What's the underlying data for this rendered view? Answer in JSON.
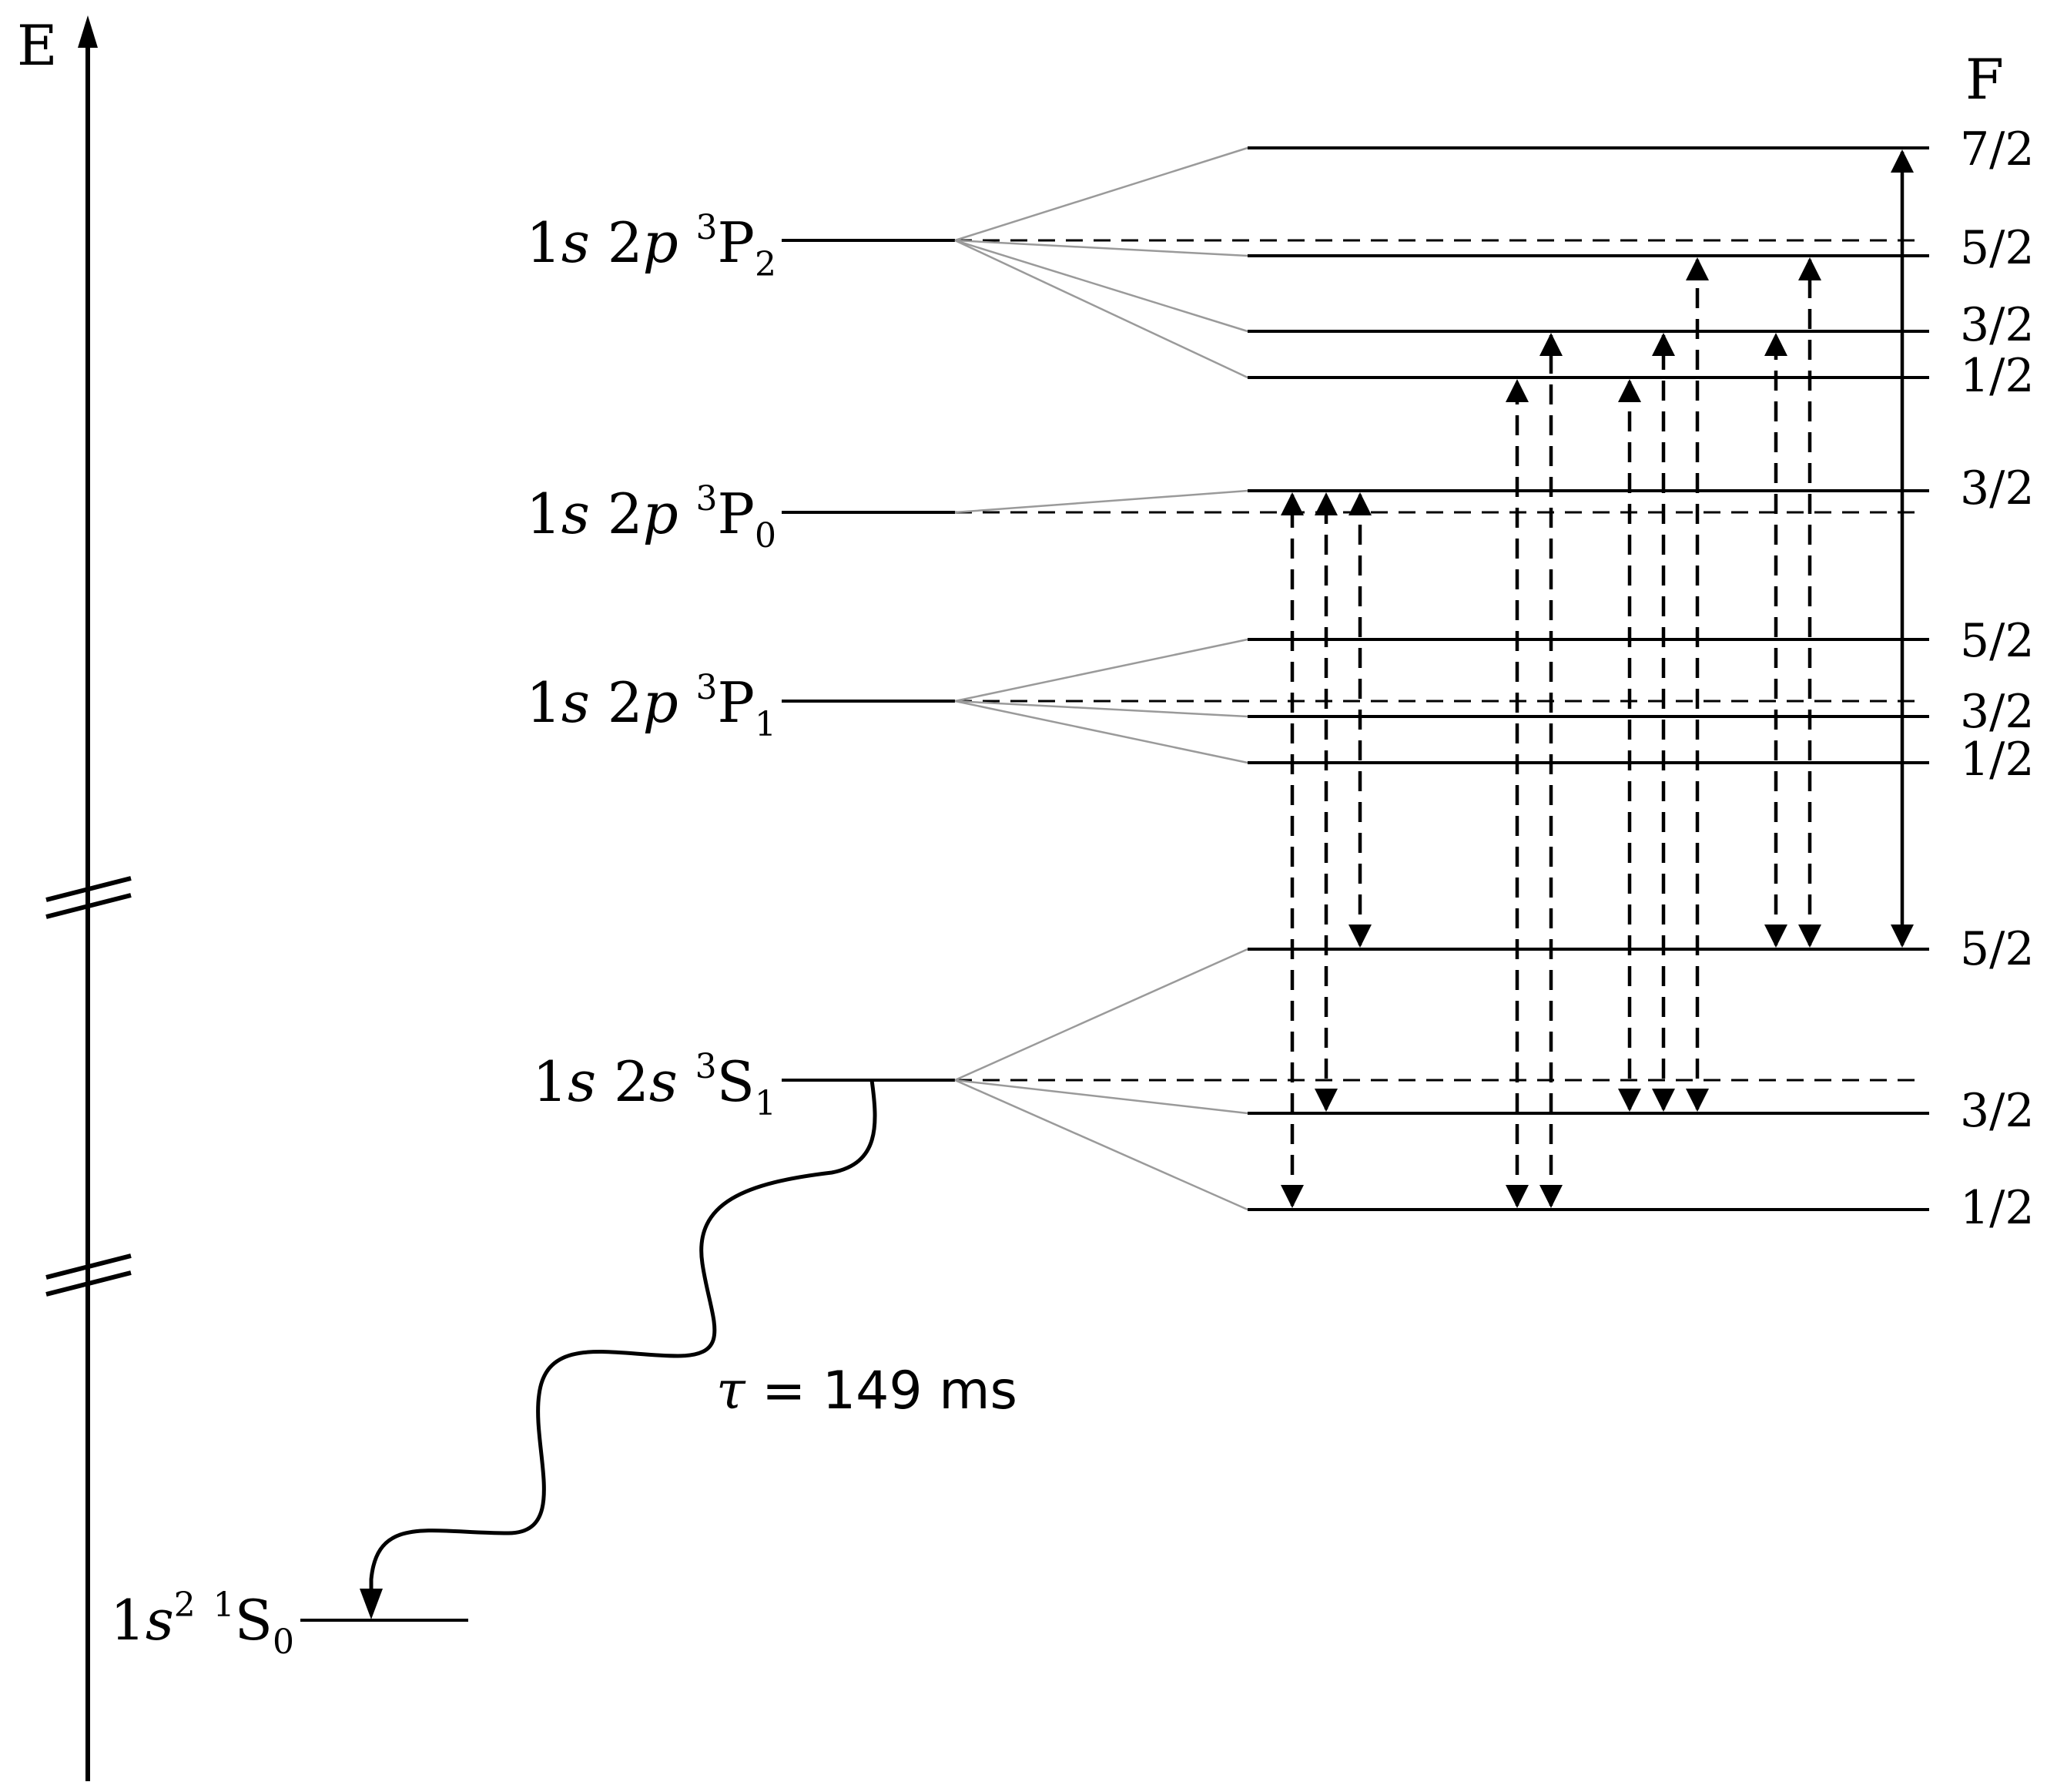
{
  "axis": {
    "label": "E"
  },
  "f_header": "F",
  "fine_levels": [
    {
      "id": "3P2",
      "parts": [
        "1",
        "s",
        " 2",
        "p",
        " ",
        "3",
        "P",
        "2"
      ]
    },
    {
      "id": "3P0",
      "parts": [
        "1",
        "s",
        " 2",
        "p",
        " ",
        "3",
        "P",
        "0"
      ]
    },
    {
      "id": "3P1",
      "parts": [
        "1",
        "s",
        " 2",
        "p",
        " ",
        "3",
        "P",
        "1"
      ]
    },
    {
      "id": "3S1",
      "parts": [
        "1",
        "s",
        " 2",
        "s",
        " ",
        "3",
        "S",
        "1"
      ]
    }
  ],
  "ground": {
    "parts": [
      "1",
      "s",
      "2",
      " ",
      "1",
      "S",
      "0"
    ]
  },
  "hyperfine": [
    {
      "group": "3P2",
      "values": [
        "7/2",
        "5/2",
        "3/2",
        "1/2"
      ]
    },
    {
      "group": "3P0",
      "values": [
        "3/2"
      ]
    },
    {
      "group": "3P1",
      "values": [
        "5/2",
        "3/2",
        "1/2"
      ]
    },
    {
      "group": "3S1",
      "values": [
        "5/2",
        "3/2",
        "1/2"
      ]
    }
  ],
  "lifetime": {
    "symbol": "τ",
    "text": " = 149 ms"
  },
  "transitions": [
    {
      "from": "3S1 1/2",
      "to": "3P0 3/2",
      "style": "dashed"
    },
    {
      "from": "3S1 3/2",
      "to": "3P0 3/2",
      "style": "dashed"
    },
    {
      "from": "3S1 5/2",
      "to": "3P0 3/2",
      "style": "dashed"
    },
    {
      "from": "3S1 1/2",
      "to": "3P2 1/2",
      "style": "dashed"
    },
    {
      "from": "3S1 1/2",
      "to": "3P2 3/2",
      "style": "dashed"
    },
    {
      "from": "3S1 3/2",
      "to": "3P2 1/2",
      "style": "dashed"
    },
    {
      "from": "3S1 3/2",
      "to": "3P2 3/2",
      "style": "dashed"
    },
    {
      "from": "3S1 3/2",
      "to": "3P2 5/2",
      "style": "dashed"
    },
    {
      "from": "3S1 5/2",
      "to": "3P2 3/2",
      "style": "dashed"
    },
    {
      "from": "3S1 5/2",
      "to": "3P2 5/2",
      "style": "dashed"
    },
    {
      "from": "3S1 5/2",
      "to": "3P2 7/2",
      "style": "solid"
    }
  ]
}
